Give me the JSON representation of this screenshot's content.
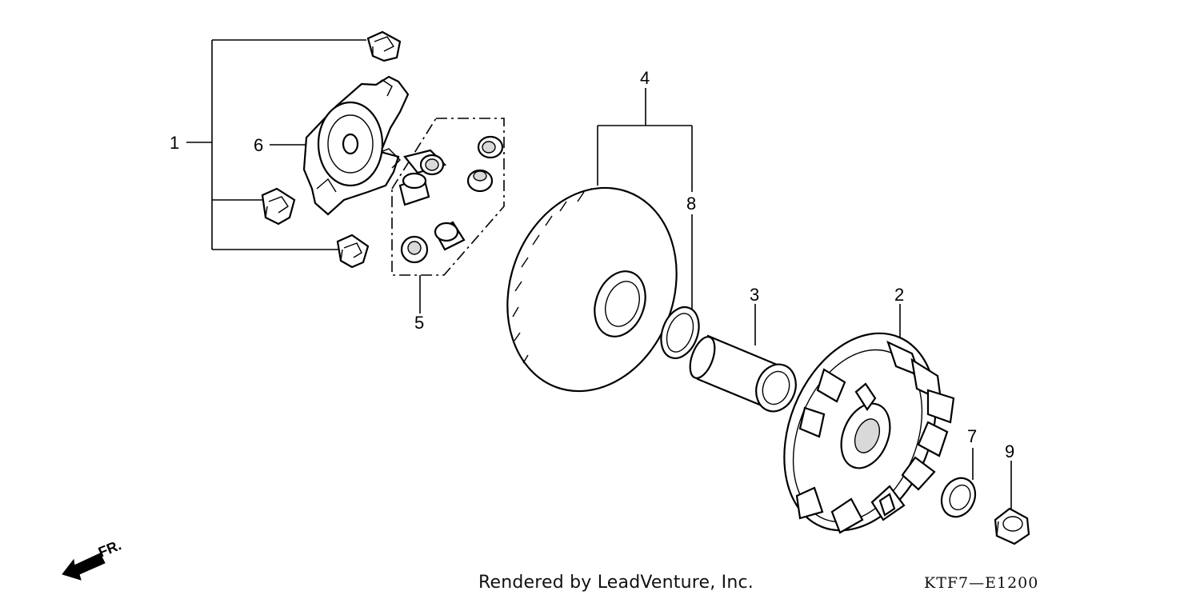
{
  "callouts": {
    "c1": "1",
    "c2": "2",
    "c3": "3",
    "c4": "4",
    "c5": "5",
    "c6": "6",
    "c7": "7",
    "c8": "8",
    "c9": "9"
  },
  "direction_label": "FR.",
  "footer": {
    "rendered_by": "Rendered by LeadVenture, Inc.",
    "diagram_code": "KTF7—E1200"
  }
}
